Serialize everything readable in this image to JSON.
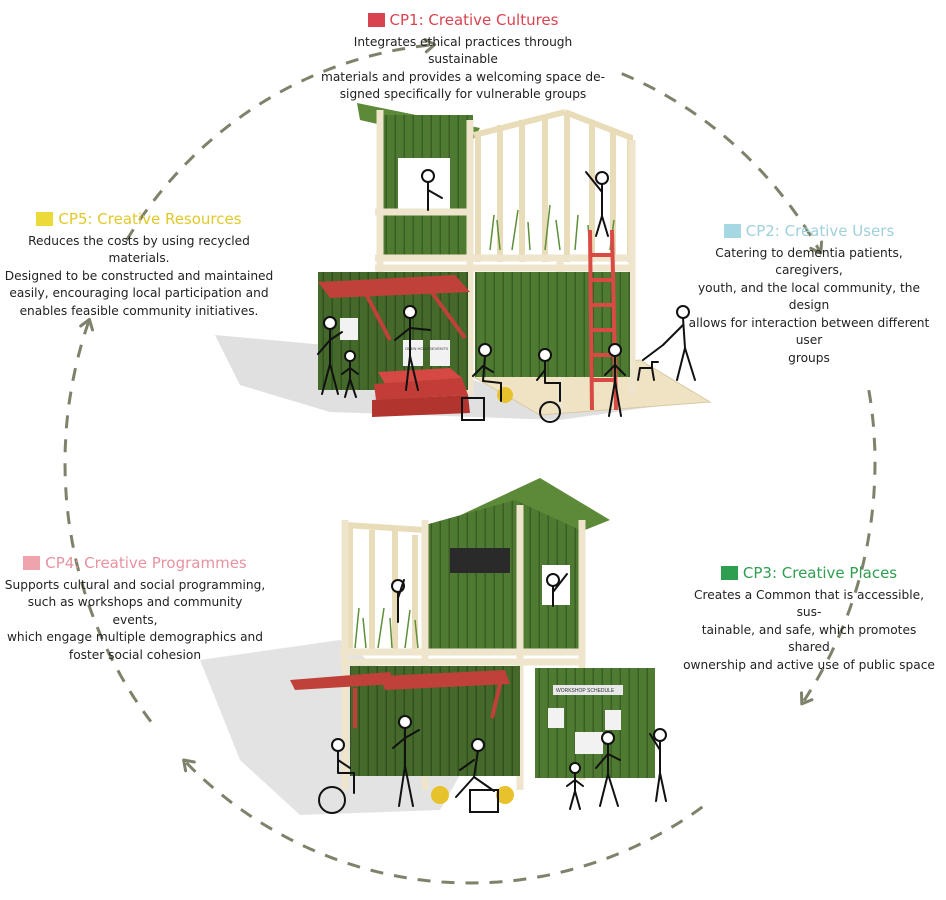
{
  "colors": {
    "cp1": "#d9434f",
    "cp2": "#a6d8e3",
    "cp3": "#2e9e4f",
    "cp4": "#eea3ad",
    "cp5": "#ecd93a",
    "cycle_arrow": "#7f826b",
    "structure_green": "#4f7a32",
    "timber": "#efe5cc",
    "awning_red": "#c0403a"
  },
  "cycle": {
    "direction": "clockwise",
    "dash_style": "dashed",
    "arrowheads": 5
  },
  "principles": [
    {
      "id": "cp1",
      "swatch": "#d9434f",
      "title": "CP1: Creative Cultures",
      "lines": [
        "Integrates ethical practices through sustainable",
        "materials and provides a welcoming space de-",
        "signed specifically for vulnerable groups"
      ]
    },
    {
      "id": "cp2",
      "swatch": "#a6d8e3",
      "title": "CP2: Creative Users",
      "lines": [
        "Catering to dementia patients, caregivers,",
        "youth, and the local community, the design",
        "allows for interaction between different user",
        "groups"
      ]
    },
    {
      "id": "cp3",
      "swatch": "#2e9e4f",
      "title": "CP3: Creative Places",
      "lines": [
        "Creates a Common that is accessible, sus-",
        "tainable, and safe, which promotes shared",
        "ownership and active use of public space"
      ]
    },
    {
      "id": "cp4",
      "swatch": "#eea3ad",
      "title": "CP4: Creative Programmes",
      "lines": [
        "Supports cultural and social programming,",
        "such as workshops and community events,",
        "which engage multiple demographics and",
        "foster social cohesion"
      ]
    },
    {
      "id": "cp5",
      "swatch": "#ecd93a",
      "title": "CP5: Creative Resources",
      "lines": [
        "Reduces the costs by using recycled materials.",
        "Designed to be constructed and maintained",
        "easily, encouraging local participation and",
        "enables feasible community initiatives."
      ]
    }
  ],
  "illustrations": {
    "top": {
      "sign_1": "OPEN HOURS",
      "sign_2": "EVENTS"
    },
    "bottom": {
      "board": "WORKSHOP SCHEDULE"
    }
  }
}
